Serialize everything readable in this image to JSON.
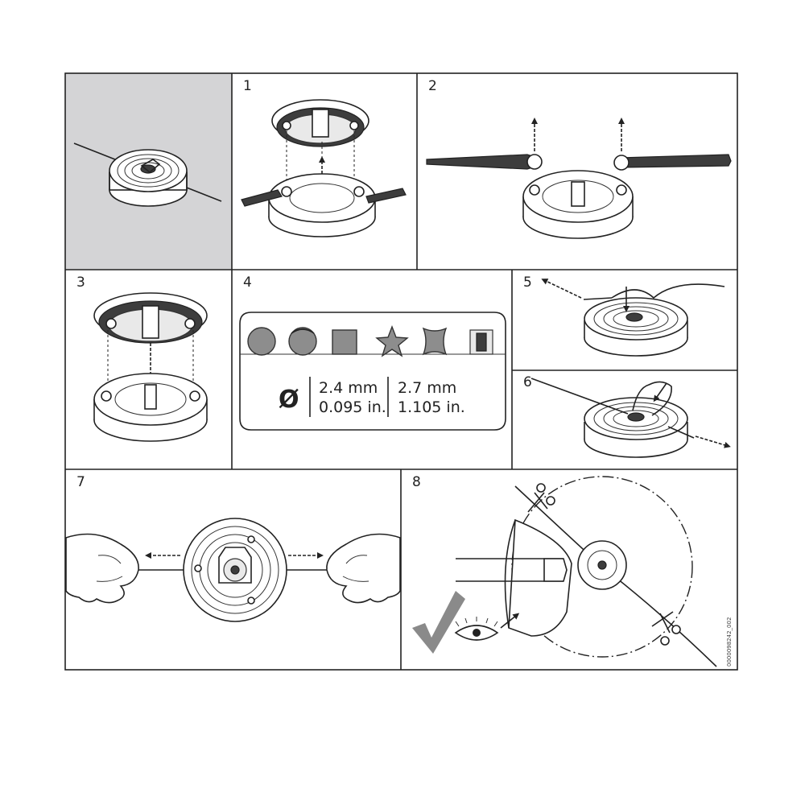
{
  "steps": [
    {
      "number": ""
    },
    {
      "number": "1"
    },
    {
      "number": "2"
    },
    {
      "number": "3"
    },
    {
      "number": "4"
    },
    {
      "number": "5"
    },
    {
      "number": "6"
    },
    {
      "number": "7"
    },
    {
      "number": "8"
    }
  ],
  "line_spec": {
    "diameter_symbol": "Ø",
    "size_1_mm": "2.4 mm",
    "size_1_in": "0.095 in.",
    "size_2_mm": "2.7 mm",
    "size_2_in": "1.105 in."
  },
  "document_id": "0000098242_002",
  "colors": {
    "frame": "#222222",
    "overview_panel_bg": "#d4d4d6",
    "check_mark": "#8a8a8a",
    "line_grey": "#8d8d8d"
  }
}
